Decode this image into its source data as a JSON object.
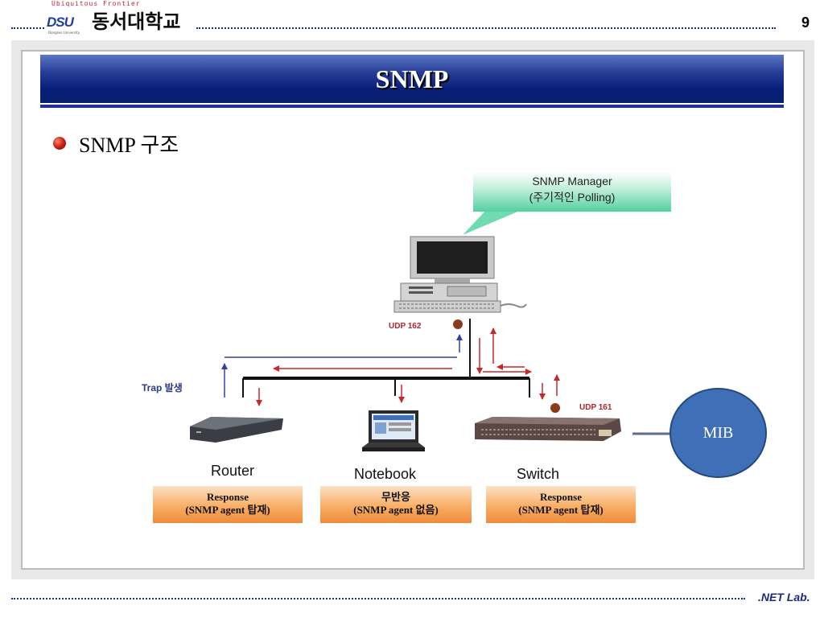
{
  "header": {
    "logo_tagline": "Ubiquitous Frontier",
    "logo_mark": "DSU",
    "logo_sub": "Dongseo University",
    "logo_kr": "동서대학교",
    "page_number": "9"
  },
  "slide": {
    "title": "SNMP",
    "section": "SNMP 구조"
  },
  "diagram": {
    "manager_callout_line1": "SNMP Manager",
    "manager_callout_line2": "(주기적인 Polling)",
    "udp_manager": "UDP 162",
    "udp_switch": "UDP 161",
    "trap_label": "Trap 발생",
    "devices": [
      {
        "label": "Router",
        "response_line1": "Response",
        "response_line2": "(SNMP agent 탑재)"
      },
      {
        "label": "Notebook",
        "response_line1": "무반응",
        "response_line2": "(SNMP agent 없음)"
      },
      {
        "label": "Switch",
        "response_line1": "Response",
        "response_line2": "(SNMP agent 탑재)"
      }
    ],
    "mib": "MIB"
  },
  "footer": {
    "lab": ".NET Lab."
  },
  "colors": {
    "title_bar": "#0a1f70",
    "bullet": "#d1261a",
    "arrow_red": "#c8282a",
    "arrow_blue": "#3340a0",
    "mib_circle": "#3f6fb6",
    "response_box": "#f8ae66",
    "callout_green": "#53d0a2"
  }
}
